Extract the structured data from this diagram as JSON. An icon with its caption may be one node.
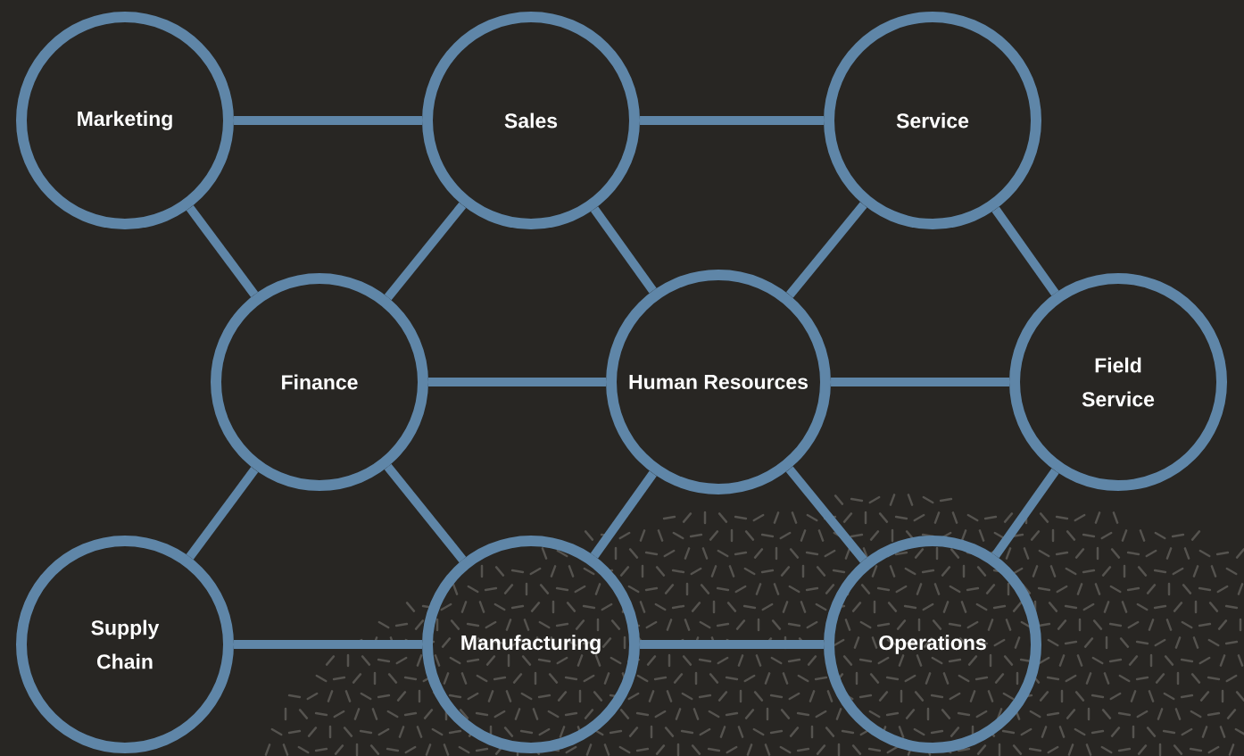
{
  "diagram": {
    "nodes": [
      {
        "text": [
          "Marketing"
        ]
      },
      {
        "text": [
          "Sales"
        ]
      },
      {
        "text": [
          "Service"
        ]
      },
      {
        "text": [
          "Finance"
        ]
      },
      {
        "text": [
          "Human Resources"
        ]
      },
      {
        "text": [
          "Field Service"
        ]
      },
      {
        "text": [
          "Supply Chain"
        ]
      },
      {
        "text": [
          "Manufacturing"
        ]
      },
      {
        "text": [
          "Operations"
        ]
      }
    ],
    "edges": [
      {
        "from": 0,
        "to": 1,
        "arrow": "none"
      },
      {
        "from": 1,
        "to": 2,
        "arrow": "none"
      },
      {
        "from": 0,
        "to": 3,
        "arrow": "none"
      },
      {
        "from": 1,
        "to": 3,
        "arrow": "none"
      },
      {
        "from": 1,
        "to": 4,
        "arrow": "none"
      },
      {
        "from": 2,
        "to": 4,
        "arrow": "none"
      },
      {
        "from": 2,
        "to": 5,
        "arrow": "none"
      },
      {
        "from": 3,
        "to": 4,
        "arrow": "none"
      },
      {
        "from": 4,
        "to": 5,
        "arrow": "none"
      },
      {
        "from": 3,
        "to": 6,
        "arrow": "none"
      },
      {
        "from": 3,
        "to": 7,
        "arrow": "none"
      },
      {
        "from": 4,
        "to": 7,
        "arrow": "none"
      },
      {
        "from": 4,
        "to": 8,
        "arrow": "none"
      },
      {
        "from": 5,
        "to": 8,
        "arrow": "none"
      },
      {
        "from": 6,
        "to": 7,
        "arrow": "none"
      },
      {
        "from": 7,
        "to": 8,
        "arrow": "none"
      }
    ]
  }
}
